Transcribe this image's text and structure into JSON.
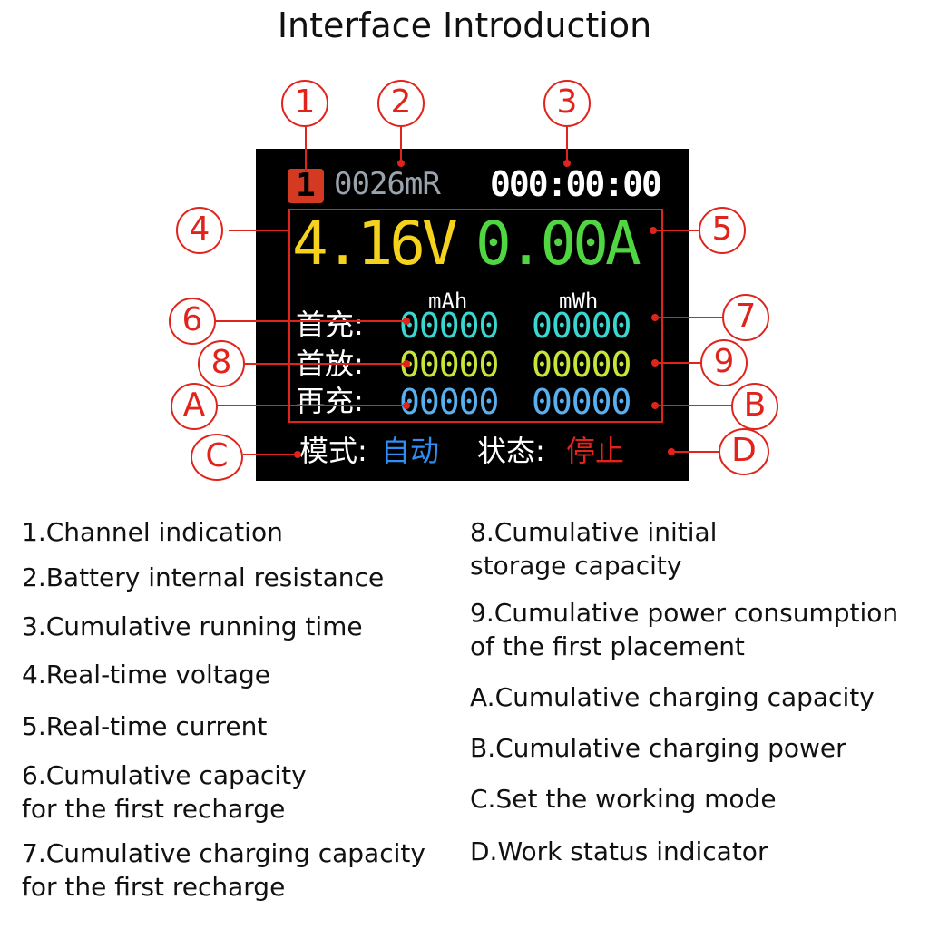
{
  "title": "Interface Introduction",
  "screen": {
    "channel": "1",
    "resistance": "0026mR",
    "time": "000:00:00",
    "voltage": "4.16V",
    "current": "0.00A",
    "col_headers": [
      "mAh",
      "mWh"
    ],
    "rows": [
      {
        "label": "首充:",
        "mah": "00000",
        "mwh": "00000",
        "color": "#3ad6d0"
      },
      {
        "label": "首放:",
        "mah": "00000",
        "mwh": "00000",
        "color": "#c8e63a"
      },
      {
        "label": "再充:",
        "mah": "00000",
        "mwh": "00000",
        "color": "#58b0f0"
      }
    ],
    "mode_label": "模式:",
    "mode_value": "自动",
    "status_label": "状态:",
    "status_value": "停止",
    "colors": {
      "resistance": "#9aa4ae",
      "voltage": "#f5d21e",
      "current": "#4fd641",
      "mode_value": "#2f8ef0",
      "status_value": "#e0241c",
      "callout": "#e0241c"
    }
  },
  "callouts": [
    "1",
    "2",
    "3",
    "4",
    "5",
    "6",
    "7",
    "8",
    "9",
    "A",
    "B",
    "C",
    "D"
  ],
  "descriptions_left": [
    "1.Channel indication",
    "2.Battery internal resistance",
    "3.Cumulative running time",
    "4.Real-time voltage",
    "5.Real-time current",
    "6.Cumulative capacity\nfor the first recharge",
    "7.Cumulative charging capacity\nfor the first recharge"
  ],
  "descriptions_right": [
    "8.Cumulative initial\nstorage capacity",
    "9.Cumulative power consumption\nof the first placement",
    "A.Cumulative charging capacity",
    "B.Cumulative charging power",
    "C.Set the working mode",
    "D.Work status indicator"
  ]
}
